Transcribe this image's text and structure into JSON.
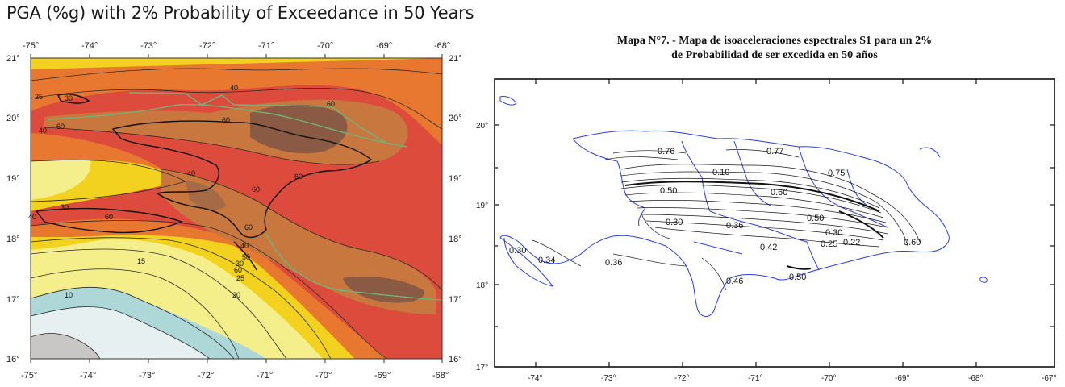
{
  "left_map": {
    "title": "PGA (%g) with 2% Probability of Exceedance in 50 Years",
    "lon_ticks": [
      "-75°",
      "-74°",
      "-73°",
      "-72°",
      "-71°",
      "-70°",
      "-69°",
      "-68°"
    ],
    "lat_ticks": [
      "21°",
      "20°",
      "19°",
      "18°",
      "17°",
      "16°"
    ],
    "contour_labels": [
      "25",
      "30",
      "40",
      "60",
      "60",
      "40",
      "60",
      "40",
      "60",
      "60",
      "60",
      "30",
      "40",
      "60",
      "40",
      "50",
      "60",
      "30",
      "15",
      "25",
      "20",
      "10"
    ],
    "colors": {
      "gray": "#c9c7c6",
      "white_blue": "#e6f0f0",
      "teal": "#aed7d7",
      "light_yellow": "#f4ef8a",
      "yellow": "#f2d21e",
      "orange": "#e8772f",
      "red": "#dc4b3b",
      "dark_orange": "#c8783e",
      "brown": "#8a5a44",
      "fault_line": "#6fb37a"
    }
  },
  "right_map": {
    "title_line1": "Mapa N°7. - Mapa de isoaceleraciones espectrales S1 para un 2%",
    "title_line2": "de Probabilidad de ser excedida en 50 años",
    "lon_ticks": [
      "-74°",
      "-73°",
      "-72°",
      "-71°",
      "-70°",
      "-69°",
      "-68°",
      "-67°"
    ],
    "lat_ticks": [
      "20°",
      "19°",
      "18°",
      "17°"
    ],
    "contour_values": [
      "0.76",
      "0.77",
      "0.10",
      "0.75",
      "0.50",
      "0.60",
      "0.30",
      "0.36",
      "0.50",
      "0.30",
      "0.25",
      "0.22",
      "0.60",
      "0.42",
      "0.30",
      "0.34",
      "0.36",
      "0.46",
      "0.50"
    ],
    "colors": {
      "coast": "#2a3fe0",
      "contour": "#1a1a1a"
    }
  }
}
